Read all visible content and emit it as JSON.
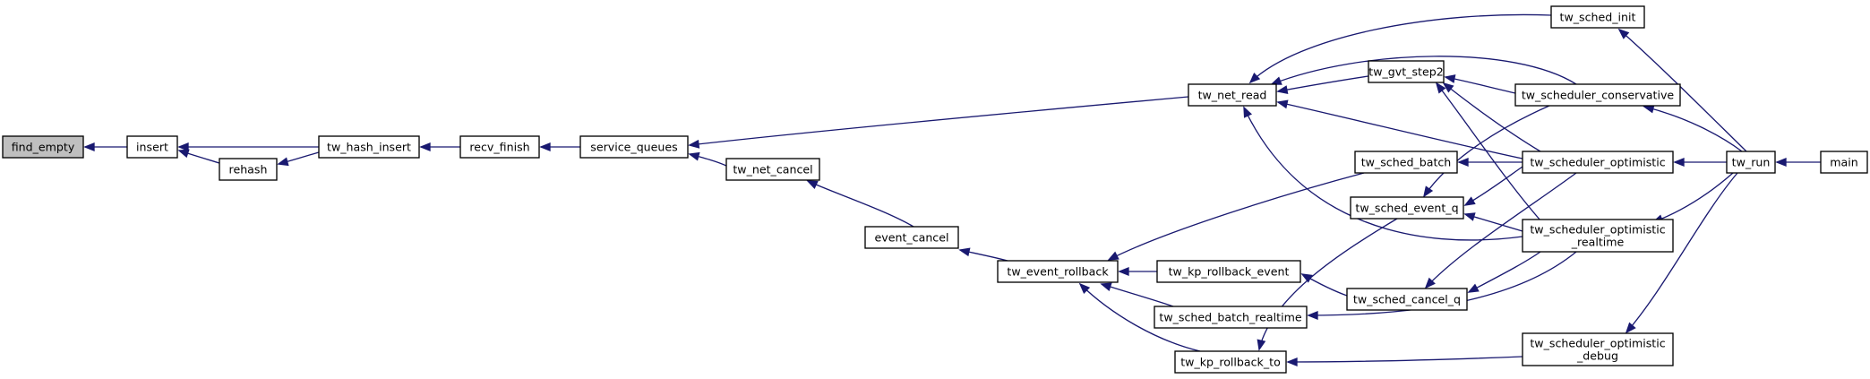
{
  "graph": {
    "highlight_color": "#bfbfbf",
    "edge_color": "#191970",
    "nodes": [
      {
        "id": "find_empty",
        "lines": [
          "find_empty"
        ],
        "highlight": true
      },
      {
        "id": "insert",
        "lines": [
          "insert"
        ]
      },
      {
        "id": "rehash",
        "lines": [
          "rehash"
        ]
      },
      {
        "id": "tw_hash_insert",
        "lines": [
          "tw_hash_insert"
        ]
      },
      {
        "id": "recv_finish",
        "lines": [
          "recv_finish"
        ]
      },
      {
        "id": "service_queues",
        "lines": [
          "service_queues"
        ]
      },
      {
        "id": "tw_net_cancel",
        "lines": [
          "tw_net_cancel"
        ]
      },
      {
        "id": "event_cancel",
        "lines": [
          "event_cancel"
        ]
      },
      {
        "id": "tw_event_rollback",
        "lines": [
          "tw_event_rollback"
        ]
      },
      {
        "id": "tw_net_read",
        "lines": [
          "tw_net_read"
        ]
      },
      {
        "id": "tw_kp_rollback_event",
        "lines": [
          "tw_kp_rollback_event"
        ]
      },
      {
        "id": "tw_sched_batch_realtime",
        "lines": [
          "tw_sched_batch_realtime"
        ]
      },
      {
        "id": "tw_kp_rollback_to",
        "lines": [
          "tw_kp_rollback_to"
        ]
      },
      {
        "id": "tw_sched_batch",
        "lines": [
          "tw_sched_batch"
        ]
      },
      {
        "id": "tw_sched_event_q",
        "lines": [
          "tw_sched_event_q"
        ]
      },
      {
        "id": "tw_sched_cancel_q",
        "lines": [
          "tw_sched_cancel_q"
        ]
      },
      {
        "id": "tw_gvt_step2",
        "lines": [
          "tw_gvt_step2"
        ]
      },
      {
        "id": "tw_sched_init",
        "lines": [
          "tw_sched_init"
        ]
      },
      {
        "id": "tw_scheduler_conservative",
        "lines": [
          "tw_scheduler_conservative"
        ]
      },
      {
        "id": "tw_scheduler_optimistic",
        "lines": [
          "tw_scheduler_optimistic"
        ]
      },
      {
        "id": "tw_scheduler_optimistic_realtime",
        "lines": [
          "tw_scheduler_optimistic",
          "_realtime"
        ]
      },
      {
        "id": "tw_scheduler_optimistic_debug",
        "lines": [
          "tw_scheduler_optimistic",
          "_debug"
        ]
      },
      {
        "id": "tw_run",
        "lines": [
          "tw_run"
        ]
      },
      {
        "id": "main",
        "lines": [
          "main"
        ]
      }
    ],
    "edges": [
      {
        "from": "insert",
        "to": "find_empty"
      },
      {
        "from": "rehash",
        "to": "insert"
      },
      {
        "from": "tw_hash_insert",
        "to": "insert"
      },
      {
        "from": "tw_hash_insert",
        "to": "rehash"
      },
      {
        "from": "recv_finish",
        "to": "tw_hash_insert"
      },
      {
        "from": "service_queues",
        "to": "recv_finish"
      },
      {
        "from": "tw_net_read",
        "to": "service_queues"
      },
      {
        "from": "tw_net_cancel",
        "to": "service_queues"
      },
      {
        "from": "event_cancel",
        "to": "tw_net_cancel"
      },
      {
        "from": "tw_event_rollback",
        "to": "event_cancel"
      },
      {
        "from": "tw_sched_batch",
        "to": "tw_event_rollback"
      },
      {
        "from": "tw_kp_rollback_event",
        "to": "tw_event_rollback"
      },
      {
        "from": "tw_sched_batch_realtime",
        "to": "tw_event_rollback"
      },
      {
        "from": "tw_kp_rollback_to",
        "to": "tw_event_rollback"
      },
      {
        "from": "tw_gvt_step2",
        "to": "tw_net_read"
      },
      {
        "from": "tw_sched_init",
        "to": "tw_net_read"
      },
      {
        "from": "tw_scheduler_conservative",
        "to": "tw_net_read"
      },
      {
        "from": "tw_scheduler_optimistic",
        "to": "tw_net_read"
      },
      {
        "from": "tw_scheduler_optimistic_realtime",
        "to": "tw_net_read"
      },
      {
        "from": "tw_scheduler_conservative",
        "to": "tw_gvt_step2"
      },
      {
        "from": "tw_scheduler_optimistic",
        "to": "tw_gvt_step2"
      },
      {
        "from": "tw_scheduler_optimistic_realtime",
        "to": "tw_gvt_step2"
      },
      {
        "from": "tw_scheduler_optimistic",
        "to": "tw_sched_batch"
      },
      {
        "from": "tw_scheduler_conservative",
        "to": "tw_sched_event_q"
      },
      {
        "from": "tw_scheduler_optimistic",
        "to": "tw_sched_event_q"
      },
      {
        "from": "tw_scheduler_optimistic_realtime",
        "to": "tw_sched_event_q"
      },
      {
        "from": "tw_sched_event_q",
        "to": "tw_kp_rollback_to"
      },
      {
        "from": "tw_sched_cancel_q",
        "to": "tw_kp_rollback_event"
      },
      {
        "from": "tw_scheduler_optimistic",
        "to": "tw_sched_cancel_q"
      },
      {
        "from": "tw_scheduler_optimistic_realtime",
        "to": "tw_sched_cancel_q"
      },
      {
        "from": "tw_scheduler_optimistic_realtime",
        "to": "tw_sched_batch_realtime"
      },
      {
        "from": "tw_scheduler_optimistic_debug",
        "to": "tw_kp_rollback_to"
      },
      {
        "from": "tw_run",
        "to": "tw_sched_init"
      },
      {
        "from": "tw_run",
        "to": "tw_scheduler_conservative"
      },
      {
        "from": "tw_run",
        "to": "tw_scheduler_optimistic"
      },
      {
        "from": "tw_run",
        "to": "tw_scheduler_optimistic_realtime"
      },
      {
        "from": "tw_run",
        "to": "tw_scheduler_optimistic_debug"
      },
      {
        "from": "main",
        "to": "tw_run"
      }
    ]
  }
}
